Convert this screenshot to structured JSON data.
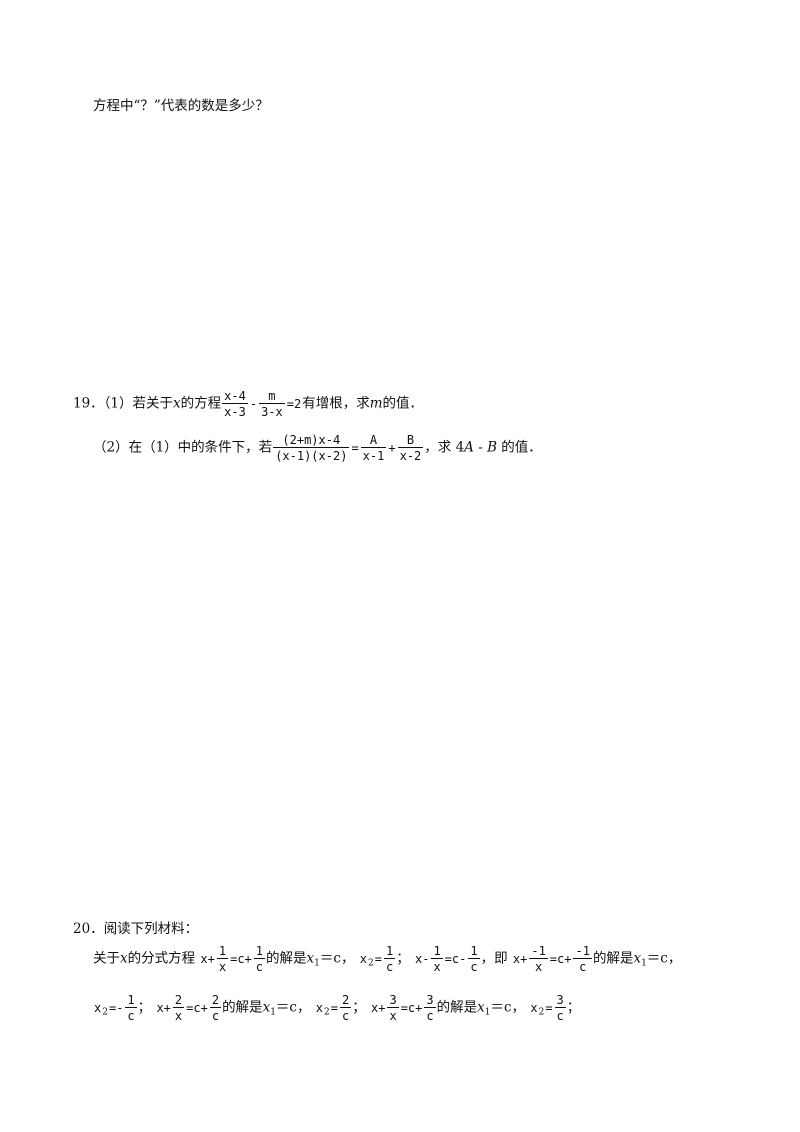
{
  "q_prev": {
    "text": "方程中“？”代表的数是多少？"
  },
  "q19": {
    "number": "19．",
    "p1_a": "（1）若关于",
    "p1_var_x": "x",
    "p1_b": "的方程",
    "p1_eq": {
      "f1_num": "x-4",
      "f1_den": "x-3",
      "op1": "-",
      "f2_num": "m",
      "f2_den": "3-x",
      "rhs": "=2"
    },
    "p1_c": "有增根，求",
    "p1_var_m": "m",
    "p1_d": "的值．",
    "p2_a": "（2）在（1）中的条件下，若",
    "p2_eq": {
      "f1_num": "(2+m)x-4",
      "f1_den": "(x-1)(x-2)",
      "eq": "=",
      "f2_num": "A",
      "f2_den": "x-1",
      "plus": "+",
      "f3_num": "B",
      "f3_den": "x-2"
    },
    "p2_b": "，求 4",
    "p2_var_A": "A",
    "p2_c": " - ",
    "p2_var_B": "B",
    "p2_d": " 的值．"
  },
  "q20": {
    "number": "20．",
    "title": "阅读下列材料：",
    "l1_a": "关于",
    "l1_x": "x",
    "l1_b": "的分式方程",
    "e1": {
      "lead": "x+",
      "n1": "1",
      "d1": "x",
      "mid": "=c+",
      "n2": "1",
      "d2": "c"
    },
    "l1_c": "的解是",
    "sol_x1": "x",
    "sol_sub1": "1",
    "sol_eq_c": "＝c，",
    "s2a": {
      "lead": "x",
      "sub": "2",
      "eq": "=",
      "n": "1",
      "d": "c",
      "tail": "；"
    },
    "e2": {
      "lead": "x-",
      "n1": "1",
      "d1": "x",
      "mid": "=c-",
      "n2": "1",
      "d2": "c",
      "tail": "，即"
    },
    "e3": {
      "lead": "x+",
      "n1": "-1",
      "d1": "x",
      "mid": "=c+",
      "n2": "-1",
      "d2": "c"
    },
    "l1_d": "的解是",
    "l1_sol_c": "＝c，",
    "s2b": {
      "lead": "x",
      "sub": "2",
      "eq": "=-",
      "n": "1",
      "d": "c",
      "tail": "；"
    },
    "e4": {
      "lead": "x+",
      "n1": "2",
      "d1": "x",
      "mid": "=c+",
      "n2": "2",
      "d2": "c"
    },
    "l2_a": "的解是",
    "l2_sol_c": "＝c，",
    "s2c": {
      "lead": "x",
      "sub": "2",
      "eq": "=",
      "n": "2",
      "d": "c",
      "tail": "；"
    },
    "e5": {
      "lead": "x+",
      "n1": "3",
      "d1": "x",
      "mid": "=c+",
      "n2": "3",
      "d2": "c"
    },
    "l2_b": "的解是",
    "l2_sol_c2": "＝c，",
    "s2d": {
      "lead": "x",
      "sub": "2",
      "eq": "=",
      "n": "3",
      "d": "c",
      "tail": "；"
    }
  }
}
